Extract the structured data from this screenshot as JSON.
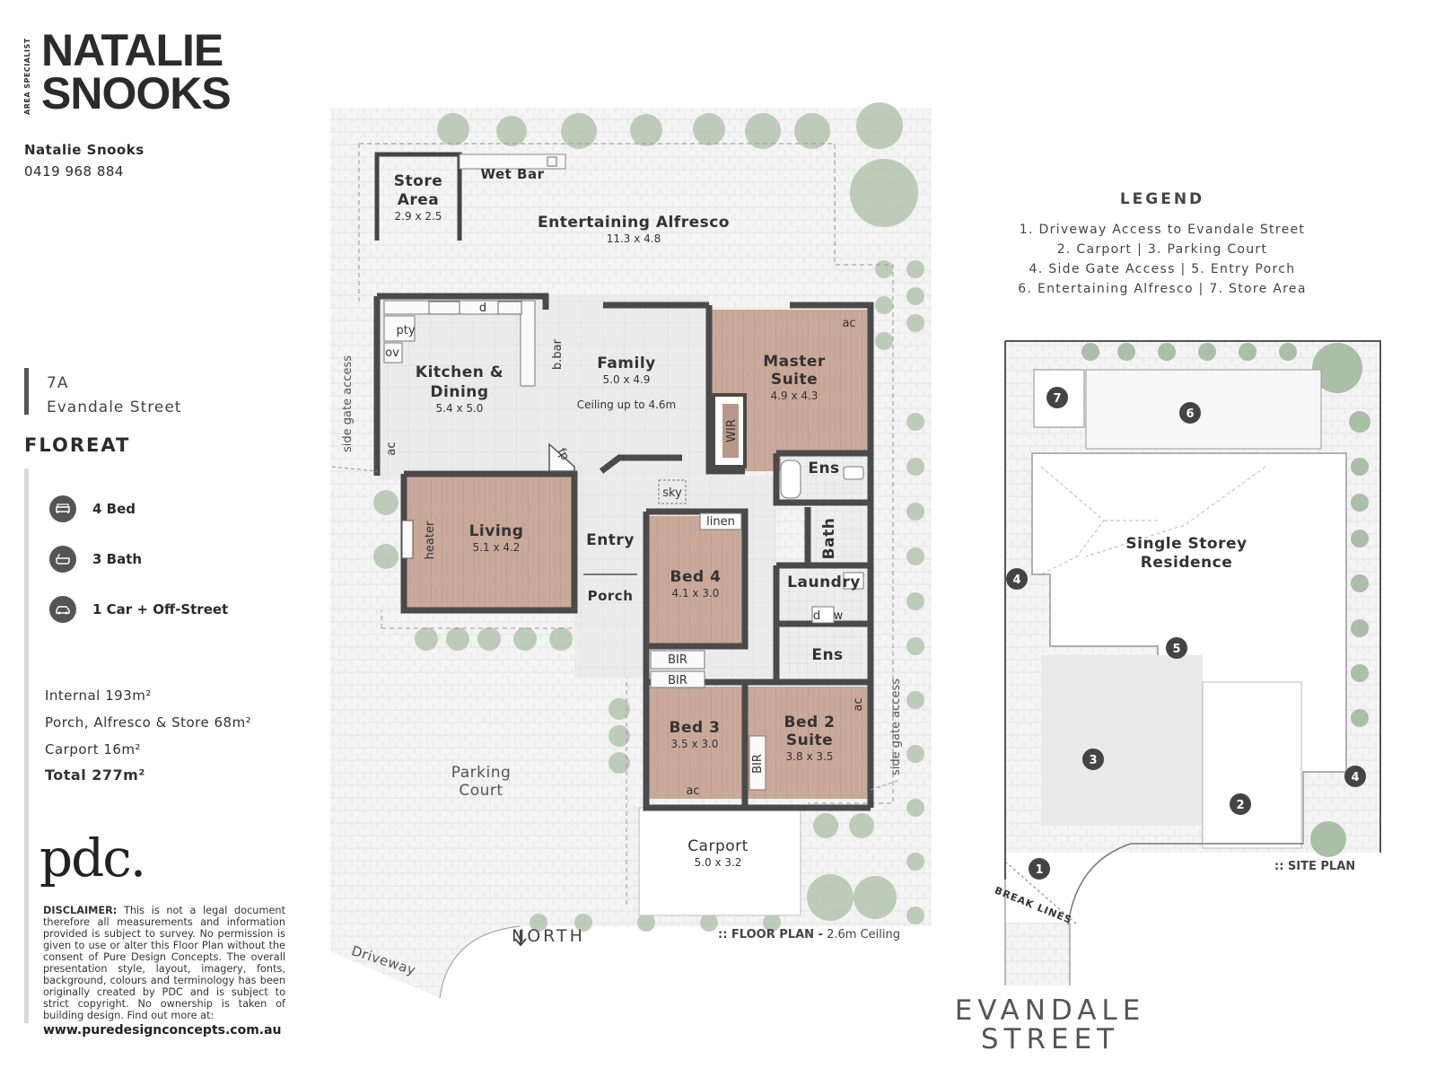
{
  "brand": {
    "tag": "AREA SPECIALIST",
    "line1": "NATALIE",
    "line2": "SNOOKS"
  },
  "agent": {
    "name": "Natalie Snooks",
    "phone": "0419 968 884"
  },
  "address": {
    "unit": "7A",
    "street": "Evandale Street",
    "suburb": "FLOREAT"
  },
  "features": [
    {
      "icon": "bed-icon",
      "label": "4 Bed"
    },
    {
      "icon": "bath-icon",
      "label": "3 Bath"
    },
    {
      "icon": "car-icon",
      "label": "1 Car + Off-Street"
    }
  ],
  "areas": {
    "internal": "Internal 193m²",
    "outdoor": "Porch, Alfresco & Store 68m²",
    "carport": "Carport 16m²",
    "total": "Total 277m²"
  },
  "pdc_logo": "pdc.",
  "disclaimer": {
    "heading": "DISCLAIMER:",
    "text": "This is not a legal document therefore all measurements and information provided is subject to survey. No permission is given to use or alter this Floor Plan without the consent of Pure Design Concepts. The overall presentation style, layout, imagery, fonts, background, colours and terminology has been originally created by PDC and is subject to strict copyright. No ownership is taken of building design. Find out more at:",
    "url": "www.puredesignconcepts.com.au"
  },
  "floor_plan": {
    "caption_bold": ":: FLOOR PLAN -",
    "caption_rest": "2.6m Ceiling",
    "north": "NORTH",
    "rooms": {
      "store": {
        "name1": "Store",
        "name2": "Area",
        "dim": "2.9 x 2.5"
      },
      "wet_bar": "Wet Bar",
      "alfresco": {
        "name": "Entertaining Alfresco",
        "dim": "11.3 x 4.8"
      },
      "kitchen": {
        "name1": "Kitchen &",
        "name2": "Dining",
        "dim": "5.4 x 5.0"
      },
      "family": {
        "name": "Family",
        "dim": "5.0 x 4.9",
        "note": "Ceiling up to 4.6m"
      },
      "master": {
        "name1": "Master",
        "name2": "Suite",
        "dim": "4.9 x 4.3"
      },
      "living": {
        "name": "Living",
        "dim": "5.1 x 4.2"
      },
      "entry": "Entry",
      "porch": "Porch",
      "bed4": {
        "name": "Bed 4",
        "dim": "4.1 x 3.0"
      },
      "bed3": {
        "name": "Bed 3",
        "dim": "3.5 x 3.0"
      },
      "bed2": {
        "name1": "Bed 2",
        "name2": "Suite",
        "dim": "3.8 x 3.5"
      },
      "ens1": "Ens",
      "ens2": "Ens",
      "bath": "Bath",
      "laundry": "Laundry",
      "carport": {
        "name": "Carport",
        "dim": "5.0 x 3.2"
      },
      "parking": {
        "name1": "Parking",
        "name2": "Court"
      },
      "driveway": "Driveway"
    },
    "fixtures": {
      "pty": "pty",
      "ov": "ov",
      "d": "d",
      "bbar": "b.bar",
      "ac": "ac",
      "fp": "fp",
      "wir": "WIR",
      "sky": "sky",
      "linen": "linen",
      "heater": "heater",
      "bir": "BIR",
      "w": "w",
      "side_gate": "side gate access"
    }
  },
  "legend": {
    "title": "LEGEND",
    "lines": [
      "1. Driveway Access to Evandale Street",
      "2. Carport  |  3. Parking Court",
      "4. Side Gate Access  |  5. Entry Porch",
      "6. Entertaining Alfresco  |  7. Store Area"
    ]
  },
  "site_plan": {
    "caption": ":: SITE PLAN",
    "residence1": "Single Storey",
    "residence2": "Residence",
    "break_lines": "BREAK LINES",
    "markers": [
      "1",
      "2",
      "3",
      "4",
      "4",
      "5",
      "6",
      "7"
    ]
  },
  "street": {
    "line1": "EVANDALE",
    "line2": "STREET"
  },
  "colors": {
    "wall": "#444444",
    "timber": "#c9a896",
    "tile": "#e8e8e8",
    "paving": "#f3f3f3",
    "greenery": "#a9bfa6",
    "marker": "#444444"
  }
}
